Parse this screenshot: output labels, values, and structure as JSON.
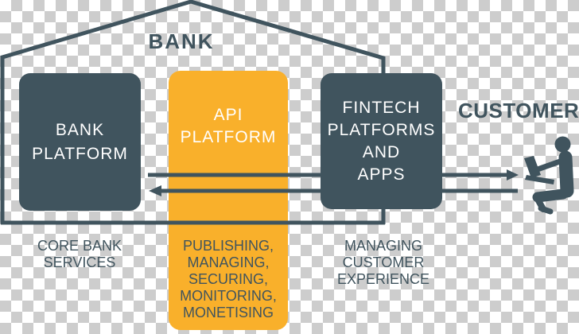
{
  "colors": {
    "slate": "#40545E",
    "yellow": "#F9B02B",
    "checker_gray": "#CDCDCD",
    "box_text": "#FFFFFF"
  },
  "house": {
    "label": "BANK"
  },
  "boxes": {
    "bank_platform": {
      "line1": "BANK",
      "line2": "PLATFORM"
    },
    "api_platform": {
      "line1": "API",
      "line2": "PLATFORM"
    },
    "fintech": {
      "line1": "FINTECH",
      "line2": "PLATFORMS",
      "line3": "AND",
      "line4": "APPS"
    }
  },
  "captions": {
    "core_bank": {
      "line1": "CORE BANK",
      "line2": "SERVICES"
    },
    "api_platform": {
      "line1": "PUBLISHING,",
      "line2": "MANAGING,",
      "line3": "SECURING,",
      "line4": "MONITORING,",
      "line5": "MONETISING"
    },
    "customer_exp": {
      "line1": "MANAGING",
      "line2": "CUSTOMER",
      "line3": "EXPERIENCE"
    }
  },
  "customer": {
    "label": "CUSTOMER",
    "icon": "person-with-laptop-icon"
  },
  "flows": {
    "to_customer": "arrow-right-to-customer",
    "to_bank": "arrow-left-to-bank-platform"
  }
}
